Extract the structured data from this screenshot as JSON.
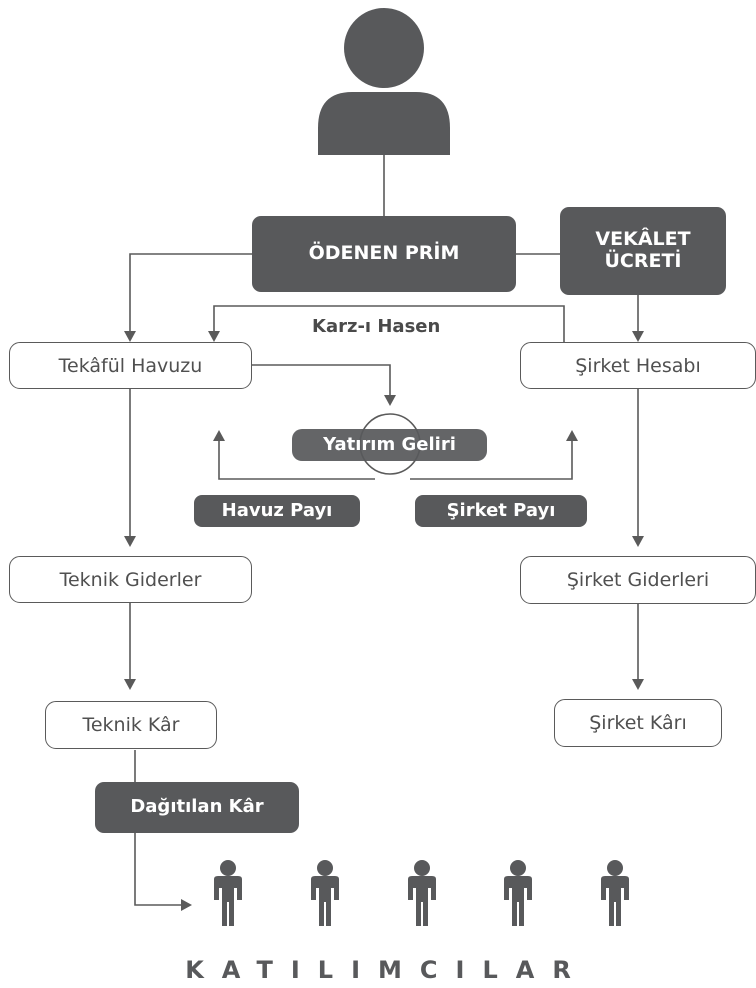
{
  "nodes": {
    "odenen_prim": "ÖDENEN PRİM",
    "vekalet_ucreti_line1": "VEKÂLET",
    "vekalet_ucreti_line2": "ÜCRETİ",
    "karz_i_hasen": "Karz-ı Hasen",
    "tekaful_havuzu": "Tekâfül Havuzu",
    "sirket_hesabi": "Şirket Hesabı",
    "yatirim_geliri": "Yatırım Geliri",
    "havuz_payi": "Havuz Payı",
    "sirket_payi": "Şirket Payı",
    "teknik_giderler": "Teknik Giderler",
    "sirket_giderleri": "Şirket Giderleri",
    "teknik_kar": "Teknik Kâr",
    "sirket_kari": "Şirket Kârı",
    "dagitilan_kar": "Dağıtılan Kâr"
  },
  "footer": "KATILIMCILAR",
  "colors": {
    "dark_fill": "#58595b",
    "line": "#5a5a5a",
    "text": "#505050"
  },
  "icons": {
    "payer": "person-icon",
    "participant": "participant-icon"
  }
}
